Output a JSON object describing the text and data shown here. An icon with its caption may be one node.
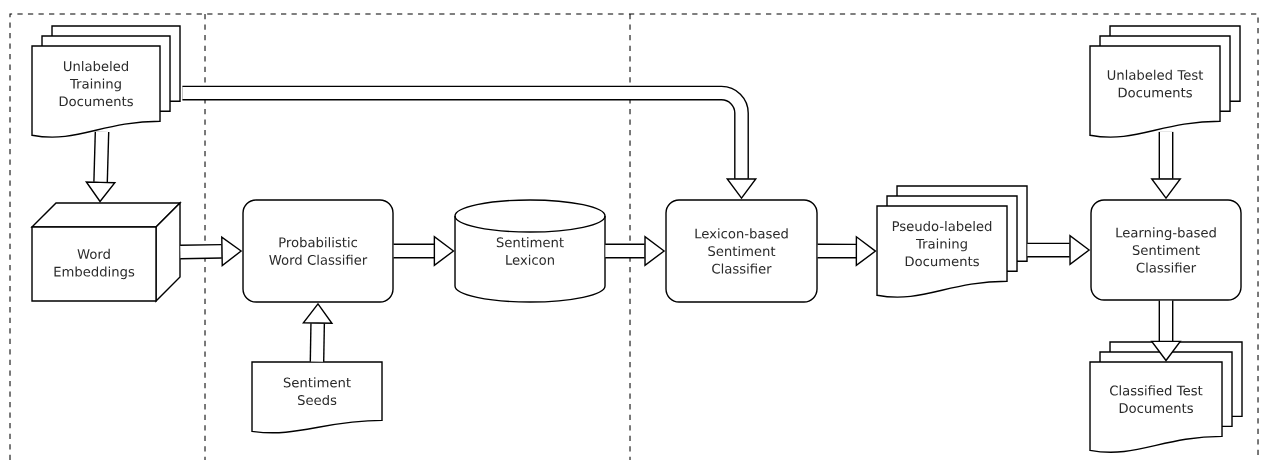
{
  "diagram": {
    "nodes": [
      {
        "text": [
          "Unlabeled Training Documents"
        ]
      },
      {
        "text": [
          "Word Embeddings"
        ]
      },
      {
        "text": [
          "Probabilistic Word Classifier"
        ]
      },
      {
        "text": [
          "Sentiment Seeds"
        ]
      },
      {
        "text": [
          "Sentiment Lexicon"
        ]
      },
      {
        "text": [
          "Lexicon-based Sentiment Classifier"
        ]
      },
      {
        "text": [
          "Pseudo-labeled Training Documents"
        ]
      },
      {
        "text": [
          "Unlabeled Test Documents"
        ]
      },
      {
        "text": [
          "Learning-based Sentiment Classifier"
        ]
      },
      {
        "text": [
          "Classified Test Documents"
        ]
      }
    ],
    "edges": [
      {
        "from": 0,
        "to": 1,
        "arrow": "to"
      },
      {
        "from": 0,
        "to": 5,
        "arrow": "to"
      },
      {
        "from": 1,
        "to": 2,
        "arrow": "to"
      },
      {
        "from": 3,
        "to": 2,
        "arrow": "to"
      },
      {
        "from": 2,
        "to": 4,
        "arrow": "to"
      },
      {
        "from": 4,
        "to": 5,
        "arrow": "to"
      },
      {
        "from": 5,
        "to": 6,
        "arrow": "to"
      },
      {
        "from": 6,
        "to": 8,
        "arrow": "to"
      },
      {
        "from": 7,
        "to": 8,
        "arrow": "to"
      },
      {
        "from": 8,
        "to": 9,
        "arrow": "to"
      }
    ]
  }
}
